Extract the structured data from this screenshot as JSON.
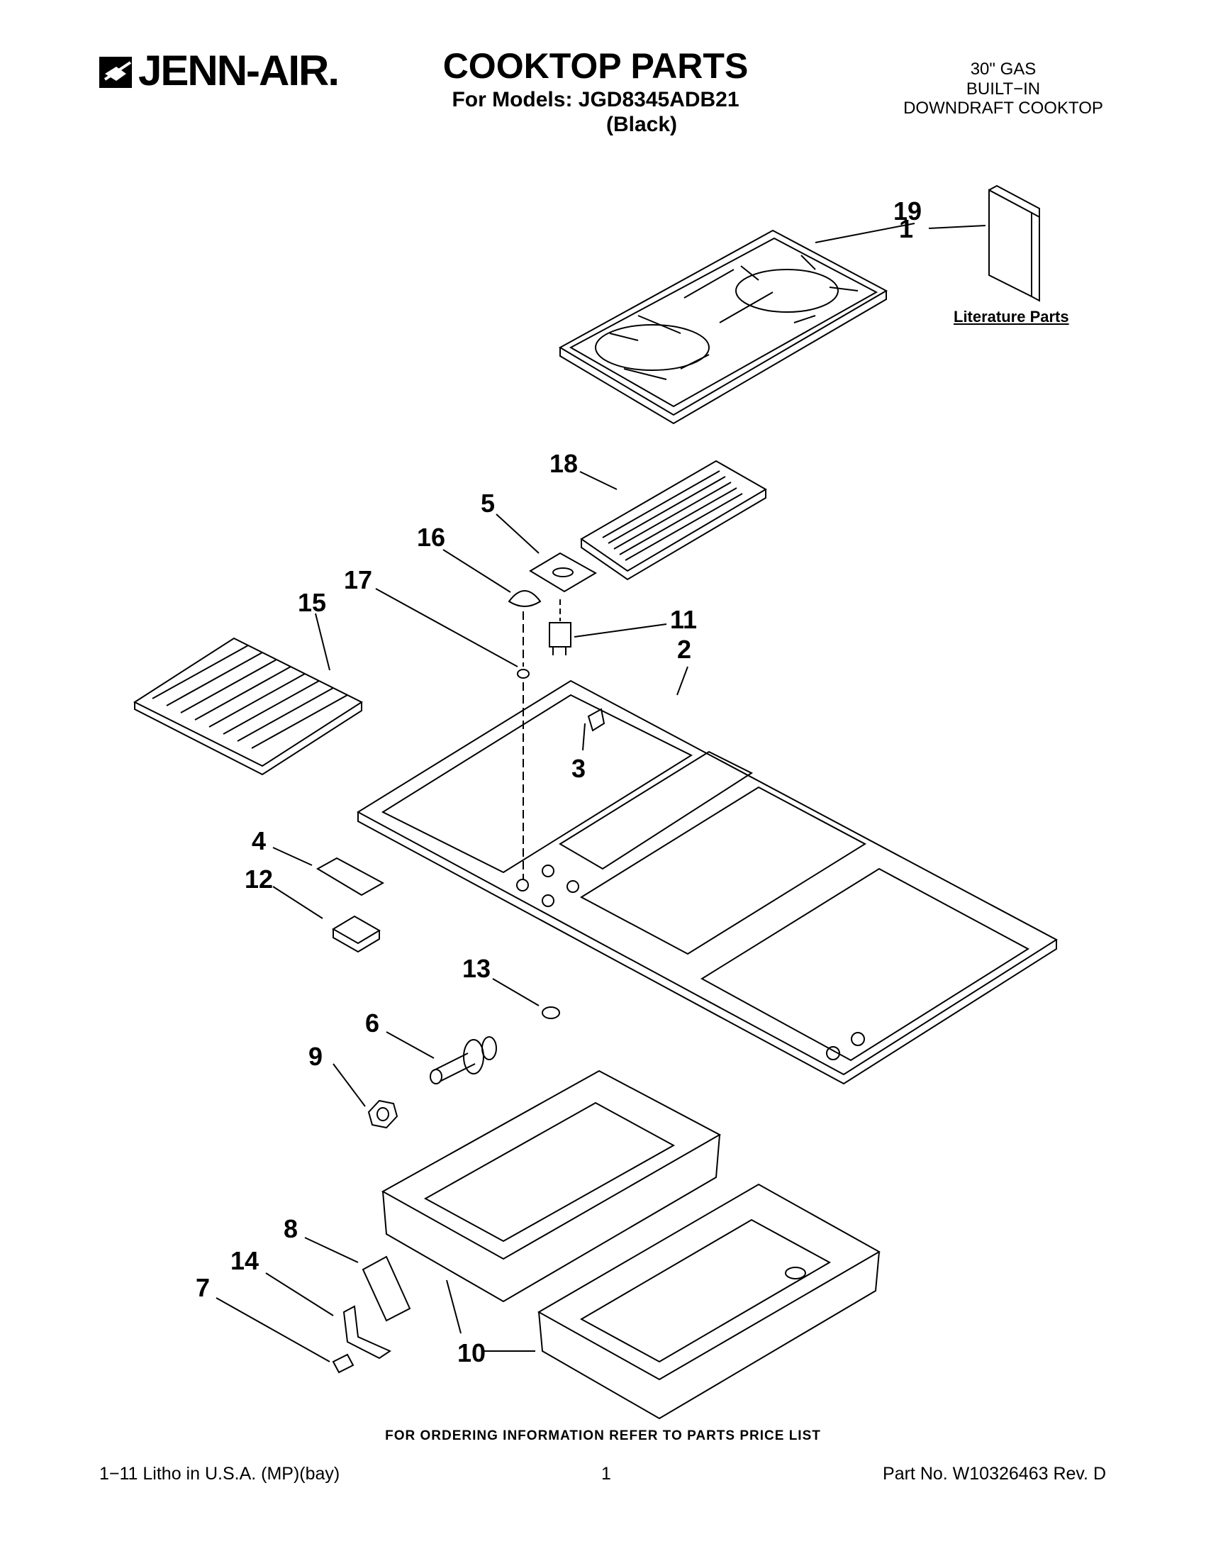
{
  "header": {
    "brand": "JENN-AIR.",
    "title": "COOKTOP PARTS",
    "models_line": "For Models: JGD8345ADB21",
    "color_line": "(Black)",
    "description": [
      "30\" GAS",
      "BUILT−IN",
      "DOWNDRAFT COOKTOP"
    ]
  },
  "literature": {
    "label": "Literature Parts"
  },
  "callouts": [
    "19",
    "1",
    "18",
    "5",
    "16",
    "17",
    "15",
    "11",
    "2",
    "3",
    "4",
    "12",
    "13",
    "6",
    "9",
    "8",
    "14",
    "7",
    "10"
  ],
  "footer": {
    "note": "FOR ORDERING INFORMATION REFER TO PARTS PRICE LIST",
    "left": "1−11 Litho in U.S.A. (MP)(bay)",
    "page": "1",
    "part_no": "Part No. W10326463 Rev. D"
  },
  "colors": {
    "ink": "#000000",
    "paper": "#ffffff"
  }
}
